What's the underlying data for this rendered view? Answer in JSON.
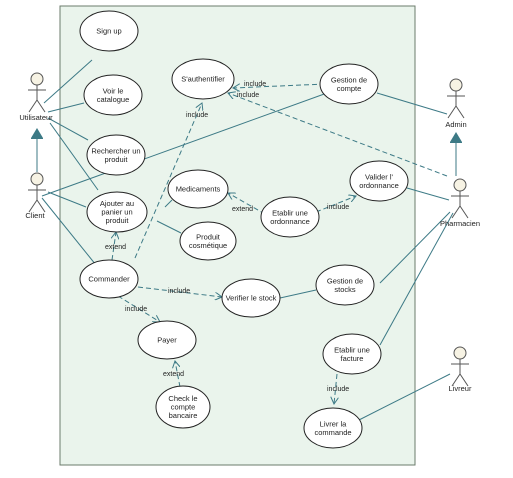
{
  "colors": {
    "system_fill": "#eaf4ec",
    "system_stroke": "#6b7b6b",
    "usecase_fill": "#ffffff",
    "line": "#3d7a86",
    "actor_head_fill": "#f7f3e4",
    "actor_stroke": "#555555"
  },
  "actors": {
    "utilisateur": "Utilisateur",
    "client": "Client",
    "admin": "Admin",
    "pharmacien": "Pharmacien",
    "livreur": "Livreur"
  },
  "use_cases": {
    "signup": [
      "Sign up"
    ],
    "catalogue": [
      "Voir le",
      "catalogue"
    ],
    "recherche": [
      "Rechercher un",
      "produit"
    ],
    "ajouter": [
      "Ajouter au",
      "panier un",
      "produit"
    ],
    "commander": [
      "Commander"
    ],
    "payer": [
      "Payer"
    ],
    "check": [
      "Check le",
      "compte",
      "bancaire"
    ],
    "medicaments": [
      "Medicaments"
    ],
    "cosmetique": [
      "Produit",
      "cosmétique"
    ],
    "auth": [
      "S'authentifier"
    ],
    "gestion_compte": [
      "Gestion de",
      "compte"
    ],
    "ordonnance": [
      "Etablir une",
      "ordonnance"
    ],
    "valider": [
      "Valider l'",
      "ordonnance"
    ],
    "stock": [
      "Verifier le stock"
    ],
    "gestion_stocks": [
      "Gestion de",
      "stocks"
    ],
    "facture": [
      "Etablir une",
      "facture"
    ],
    "livrer": [
      "Livrer la",
      "commande"
    ]
  },
  "relations": {
    "include_auth_1": "include",
    "include_auth_2": "include",
    "include_ajouter_auth": "include",
    "include_ordonnance_valider": "include",
    "include_commander_stock": "include",
    "include_commander_payer": "include",
    "include_facture_livrer": "include",
    "extend_ordonnance_medicaments": "extend",
    "extend_commander_ajouter": "extend",
    "extend_check_payer": "extend"
  }
}
